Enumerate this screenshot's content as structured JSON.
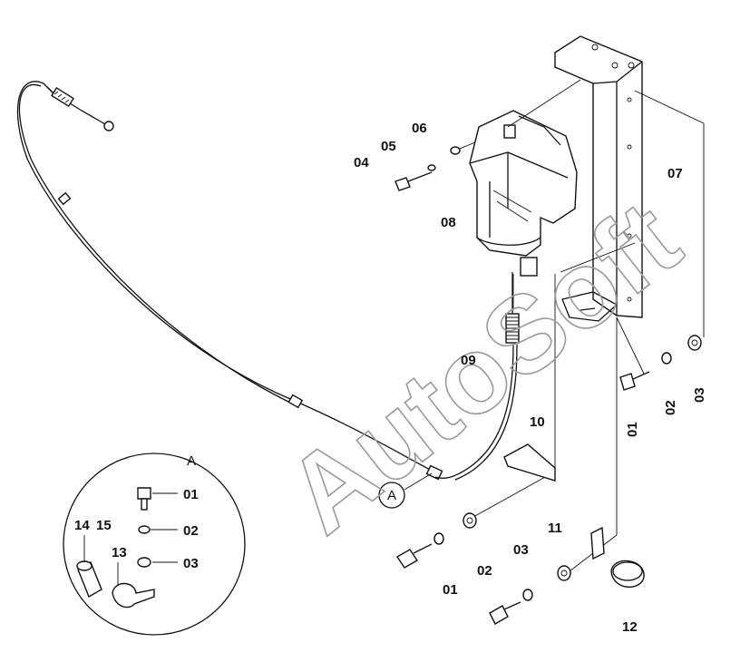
{
  "watermark": "AutoSoft",
  "detail_callout": "A",
  "detail_title": "A",
  "labels": {
    "p01a": "01",
    "p02a": "02",
    "p03a": "03",
    "p04": "04",
    "p05": "05",
    "p06": "06",
    "p07": "07",
    "p08": "08",
    "p09": "09",
    "p10": "10",
    "p11": "11",
    "p12": "12",
    "p01b": "01",
    "p02b": "02",
    "p03b": "03",
    "d01": "01",
    "d02": "02",
    "d03": "03",
    "d13": "13",
    "d14": "14",
    "d15": "15"
  }
}
